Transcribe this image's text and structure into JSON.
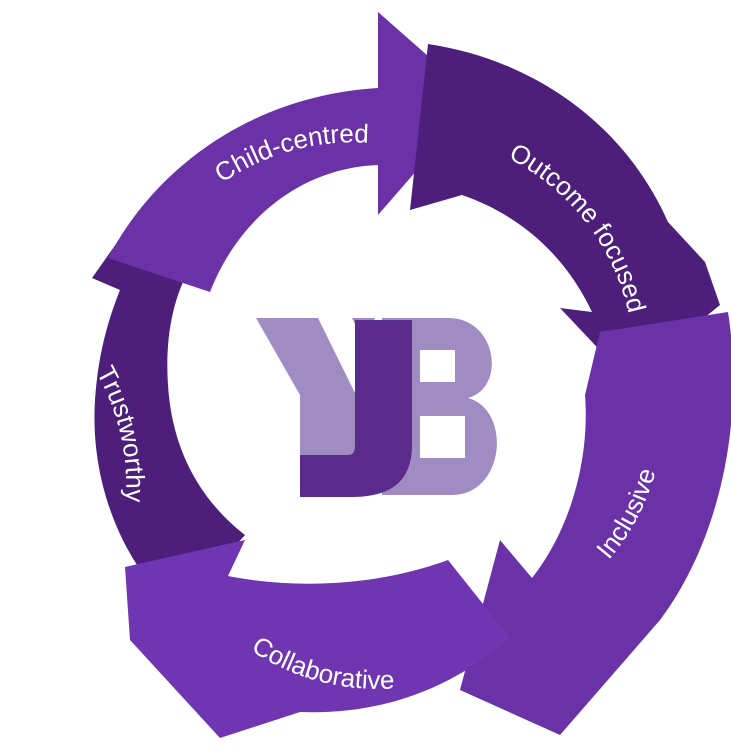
{
  "cycle": {
    "segments": [
      {
        "label": "Child-centred",
        "color": "#6a32a6"
      },
      {
        "label": "Outcome focused",
        "color": "#4d1f7a"
      },
      {
        "label": "Inclusive",
        "color": "#6a32a6"
      },
      {
        "label": "Collaborative",
        "color": "#7035b0"
      },
      {
        "label": "Trustworthy",
        "color": "#4d1f7a"
      }
    ]
  },
  "logo": {
    "letters": [
      "Y",
      "J",
      "B"
    ],
    "light_color": "#a08bc2",
    "dark_color": "#5a2a8c"
  }
}
